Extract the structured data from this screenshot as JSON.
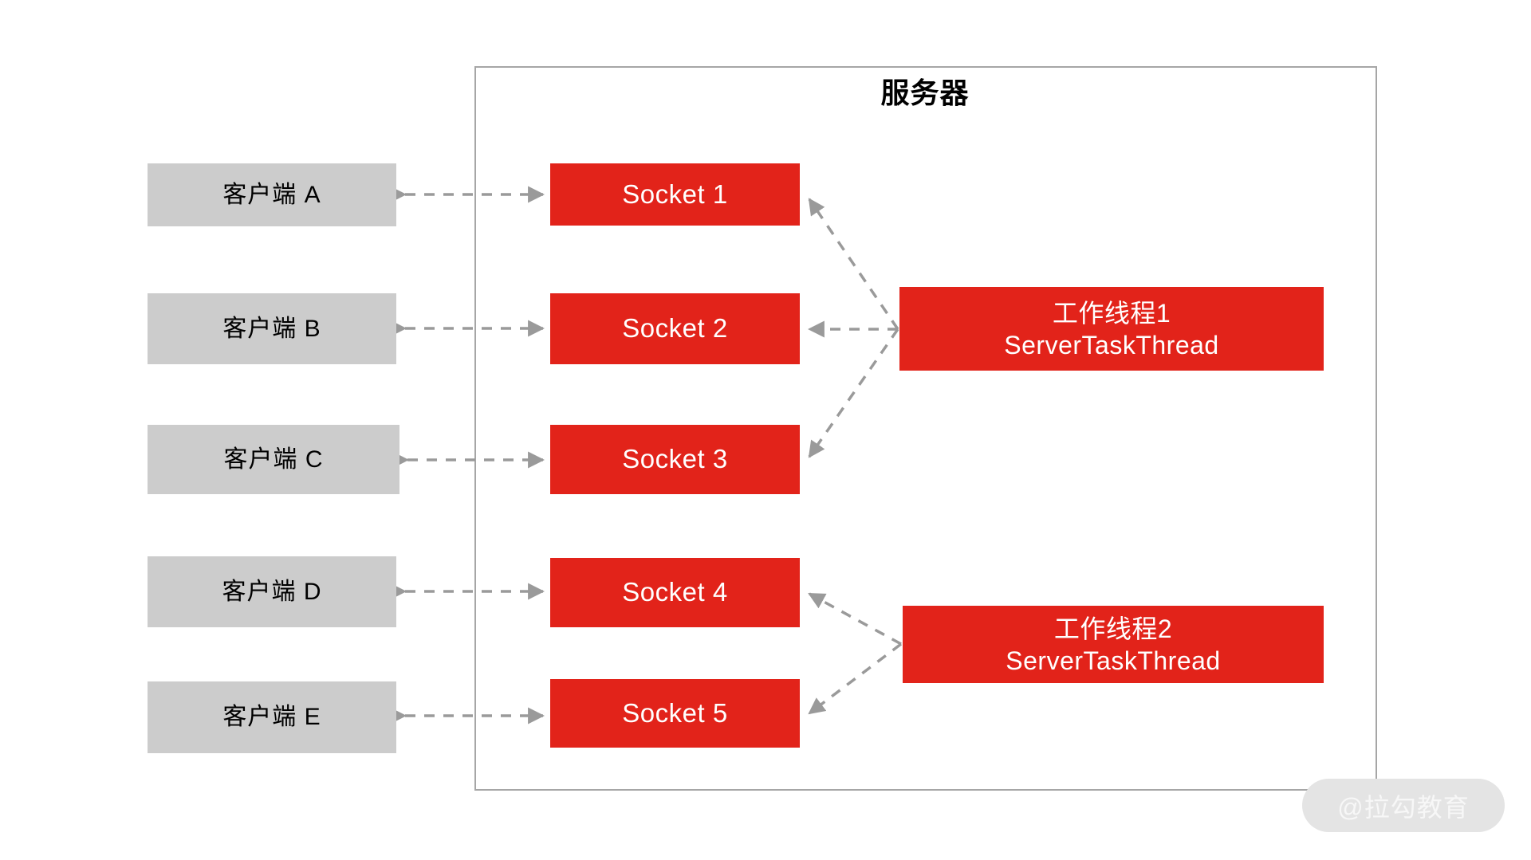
{
  "diagram": {
    "title": "服务器",
    "server_border_color": "#a6a6a6",
    "accent_red": "#e2231a",
    "client_gray": "#cccccc",
    "arrow_gray": "#9a9a9a"
  },
  "clients": [
    {
      "label": "客户端 A"
    },
    {
      "label": "客户端 B"
    },
    {
      "label": "客户端 C"
    },
    {
      "label": "客户端 D"
    },
    {
      "label": "客户端 E"
    }
  ],
  "sockets": [
    {
      "label": "Socket 1"
    },
    {
      "label": "Socket 2"
    },
    {
      "label": "Socket 3"
    },
    {
      "label": "Socket 4"
    },
    {
      "label": "Socket 5"
    }
  ],
  "workers": [
    {
      "line1": "工作线程1",
      "line2": "ServerTaskThread"
    },
    {
      "line2": "ServerTaskThread",
      "line1": "工作线程2"
    }
  ],
  "watermark": {
    "text": "@拉勾教育"
  },
  "connections": {
    "client_socket_pairs": [
      {
        "from": "客户端 A",
        "to": "Socket 1",
        "style": "dashed",
        "arrows": "both"
      },
      {
        "from": "客户端 B",
        "to": "Socket 2",
        "style": "dashed",
        "arrows": "both"
      },
      {
        "from": "客户端 C",
        "to": "Socket 3",
        "style": "dashed",
        "arrows": "both"
      },
      {
        "from": "客户端 D",
        "to": "Socket 4",
        "style": "dashed",
        "arrows": "both"
      },
      {
        "from": "客户端 E",
        "to": "Socket 5",
        "style": "dashed",
        "arrows": "both"
      }
    ],
    "worker_socket_pairs": [
      {
        "from": "工作线程1",
        "to": "Socket 1",
        "style": "dashed",
        "arrows": "to-socket"
      },
      {
        "from": "工作线程1",
        "to": "Socket 2",
        "style": "dashed",
        "arrows": "to-socket"
      },
      {
        "from": "工作线程1",
        "to": "Socket 3",
        "style": "dashed",
        "arrows": "to-socket"
      },
      {
        "from": "工作线程2",
        "to": "Socket 4",
        "style": "dashed",
        "arrows": "to-socket"
      },
      {
        "from": "工作线程2",
        "to": "Socket 5",
        "style": "dashed",
        "arrows": "to-socket"
      }
    ]
  }
}
